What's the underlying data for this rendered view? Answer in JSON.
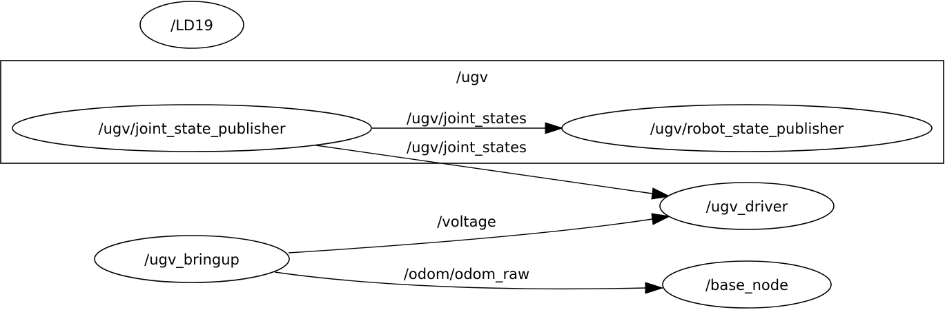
{
  "cluster": {
    "label": "/ugv"
  },
  "nodes": {
    "ld19": "/LD19",
    "joint_state_publisher": "/ugv/joint_state_publisher",
    "robot_state_publisher": "/ugv/robot_state_publisher",
    "ugv_driver": "/ugv_driver",
    "ugv_bringup": "/ugv_bringup",
    "base_node": "/base_node"
  },
  "edges": {
    "jsp_to_rsp": "/ugv/joint_states",
    "jsp_to_driver": "/ugv/joint_states",
    "bringup_to_driver": "/voltage",
    "bringup_to_base": "/odom/odom_raw"
  }
}
